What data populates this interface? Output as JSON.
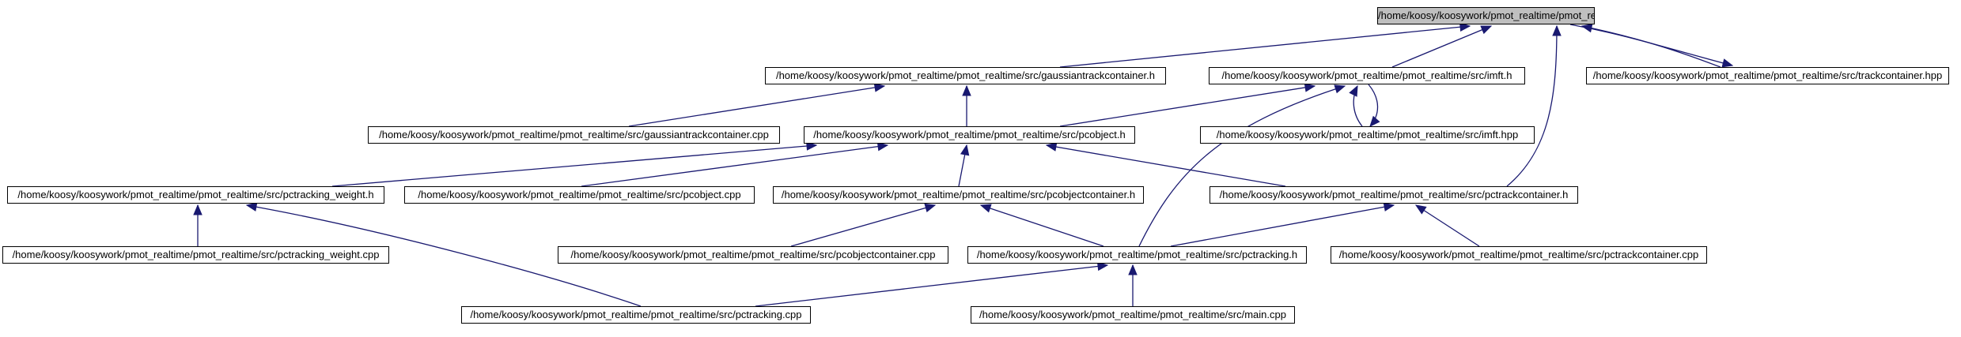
{
  "graph": {
    "nodes": [
      {
        "id": "trackcontainer_h",
        "label": "/home/koosy/koosywork/pmot_realtime/pmot_realtime/src/trackcontainer.h",
        "root": true
      },
      {
        "id": "gaussiantrackcontainer_h",
        "label": "/home/koosy/koosywork/pmot_realtime/pmot_realtime/src/gaussiantrackcontainer.h"
      },
      {
        "id": "imft_h",
        "label": "/home/koosy/koosywork/pmot_realtime/pmot_realtime/src/imft.h"
      },
      {
        "id": "trackcontainer_hpp",
        "label": "/home/koosy/koosywork/pmot_realtime/pmot_realtime/src/trackcontainer.hpp"
      },
      {
        "id": "gaussiantrackcontainer_cpp",
        "label": "/home/koosy/koosywork/pmot_realtime/pmot_realtime/src/gaussiantrackcontainer.cpp"
      },
      {
        "id": "pcobject_h",
        "label": "/home/koosy/koosywork/pmot_realtime/pmot_realtime/src/pcobject.h"
      },
      {
        "id": "imft_hpp",
        "label": "/home/koosy/koosywork/pmot_realtime/pmot_realtime/src/imft.hpp"
      },
      {
        "id": "pctracking_weight_h",
        "label": "/home/koosy/koosywork/pmot_realtime/pmot_realtime/src/pctracking_weight.h"
      },
      {
        "id": "pcobject_cpp",
        "label": "/home/koosy/koosywork/pmot_realtime/pmot_realtime/src/pcobject.cpp"
      },
      {
        "id": "pcobjectcontainer_h",
        "label": "/home/koosy/koosywork/pmot_realtime/pmot_realtime/src/pcobjectcontainer.h"
      },
      {
        "id": "pctrackcontainer_h",
        "label": "/home/koosy/koosywork/pmot_realtime/pmot_realtime/src/pctrackcontainer.h"
      },
      {
        "id": "pctracking_weight_cpp",
        "label": "/home/koosy/koosywork/pmot_realtime/pmot_realtime/src/pctracking_weight.cpp"
      },
      {
        "id": "pcobjectcontainer_cpp",
        "label": "/home/koosy/koosywork/pmot_realtime/pmot_realtime/src/pcobjectcontainer.cpp"
      },
      {
        "id": "pctracking_h",
        "label": "/home/koosy/koosywork/pmot_realtime/pmot_realtime/src/pctracking.h"
      },
      {
        "id": "pctrackcontainer_cpp",
        "label": "/home/koosy/koosywork/pmot_realtime/pmot_realtime/src/pctrackcontainer.cpp"
      },
      {
        "id": "pctracking_cpp",
        "label": "/home/koosy/koosywork/pmot_realtime/pmot_realtime/src/pctracking.cpp"
      },
      {
        "id": "main_cpp",
        "label": "/home/koosy/koosywork/pmot_realtime/pmot_realtime/src/main.cpp"
      }
    ],
    "edges": [
      {
        "from": "gaussiantrackcontainer_h",
        "to": "trackcontainer_h"
      },
      {
        "from": "imft_h",
        "to": "trackcontainer_h"
      },
      {
        "from": "trackcontainer_hpp",
        "to": "trackcontainer_h"
      },
      {
        "from": "trackcontainer_h",
        "to": "trackcontainer_hpp"
      },
      {
        "from": "pctrackcontainer_h",
        "to": "trackcontainer_h"
      },
      {
        "from": "gaussiantrackcontainer_cpp",
        "to": "gaussiantrackcontainer_h"
      },
      {
        "from": "pcobject_h",
        "to": "gaussiantrackcontainer_h"
      },
      {
        "from": "pcobject_h",
        "to": "imft_h"
      },
      {
        "from": "imft_hpp",
        "to": "imft_h"
      },
      {
        "from": "imft_h",
        "to": "imft_hpp"
      },
      {
        "from": "pctracking_h",
        "to": "imft_h"
      },
      {
        "from": "pctracking_weight_h",
        "to": "pcobject_h"
      },
      {
        "from": "pcobject_cpp",
        "to": "pcobject_h"
      },
      {
        "from": "pcobjectcontainer_h",
        "to": "pcobject_h"
      },
      {
        "from": "pctrackcontainer_h",
        "to": "pcobject_h"
      },
      {
        "from": "pctracking_weight_cpp",
        "to": "pctracking_weight_h"
      },
      {
        "from": "pctracking_cpp",
        "to": "pctracking_weight_h"
      },
      {
        "from": "pcobjectcontainer_cpp",
        "to": "pcobjectcontainer_h"
      },
      {
        "from": "pctracking_h",
        "to": "pcobjectcontainer_h"
      },
      {
        "from": "pctracking_h",
        "to": "pctrackcontainer_h"
      },
      {
        "from": "pctrackcontainer_cpp",
        "to": "pctrackcontainer_h"
      },
      {
        "from": "pctracking_cpp",
        "to": "pctracking_h"
      },
      {
        "from": "main_cpp",
        "to": "pctracking_h"
      }
    ],
    "colors": {
      "edge": "#191970",
      "node_border": "#000000",
      "node_fill": "#ffffff",
      "root_fill": "#bfbfbf"
    }
  }
}
